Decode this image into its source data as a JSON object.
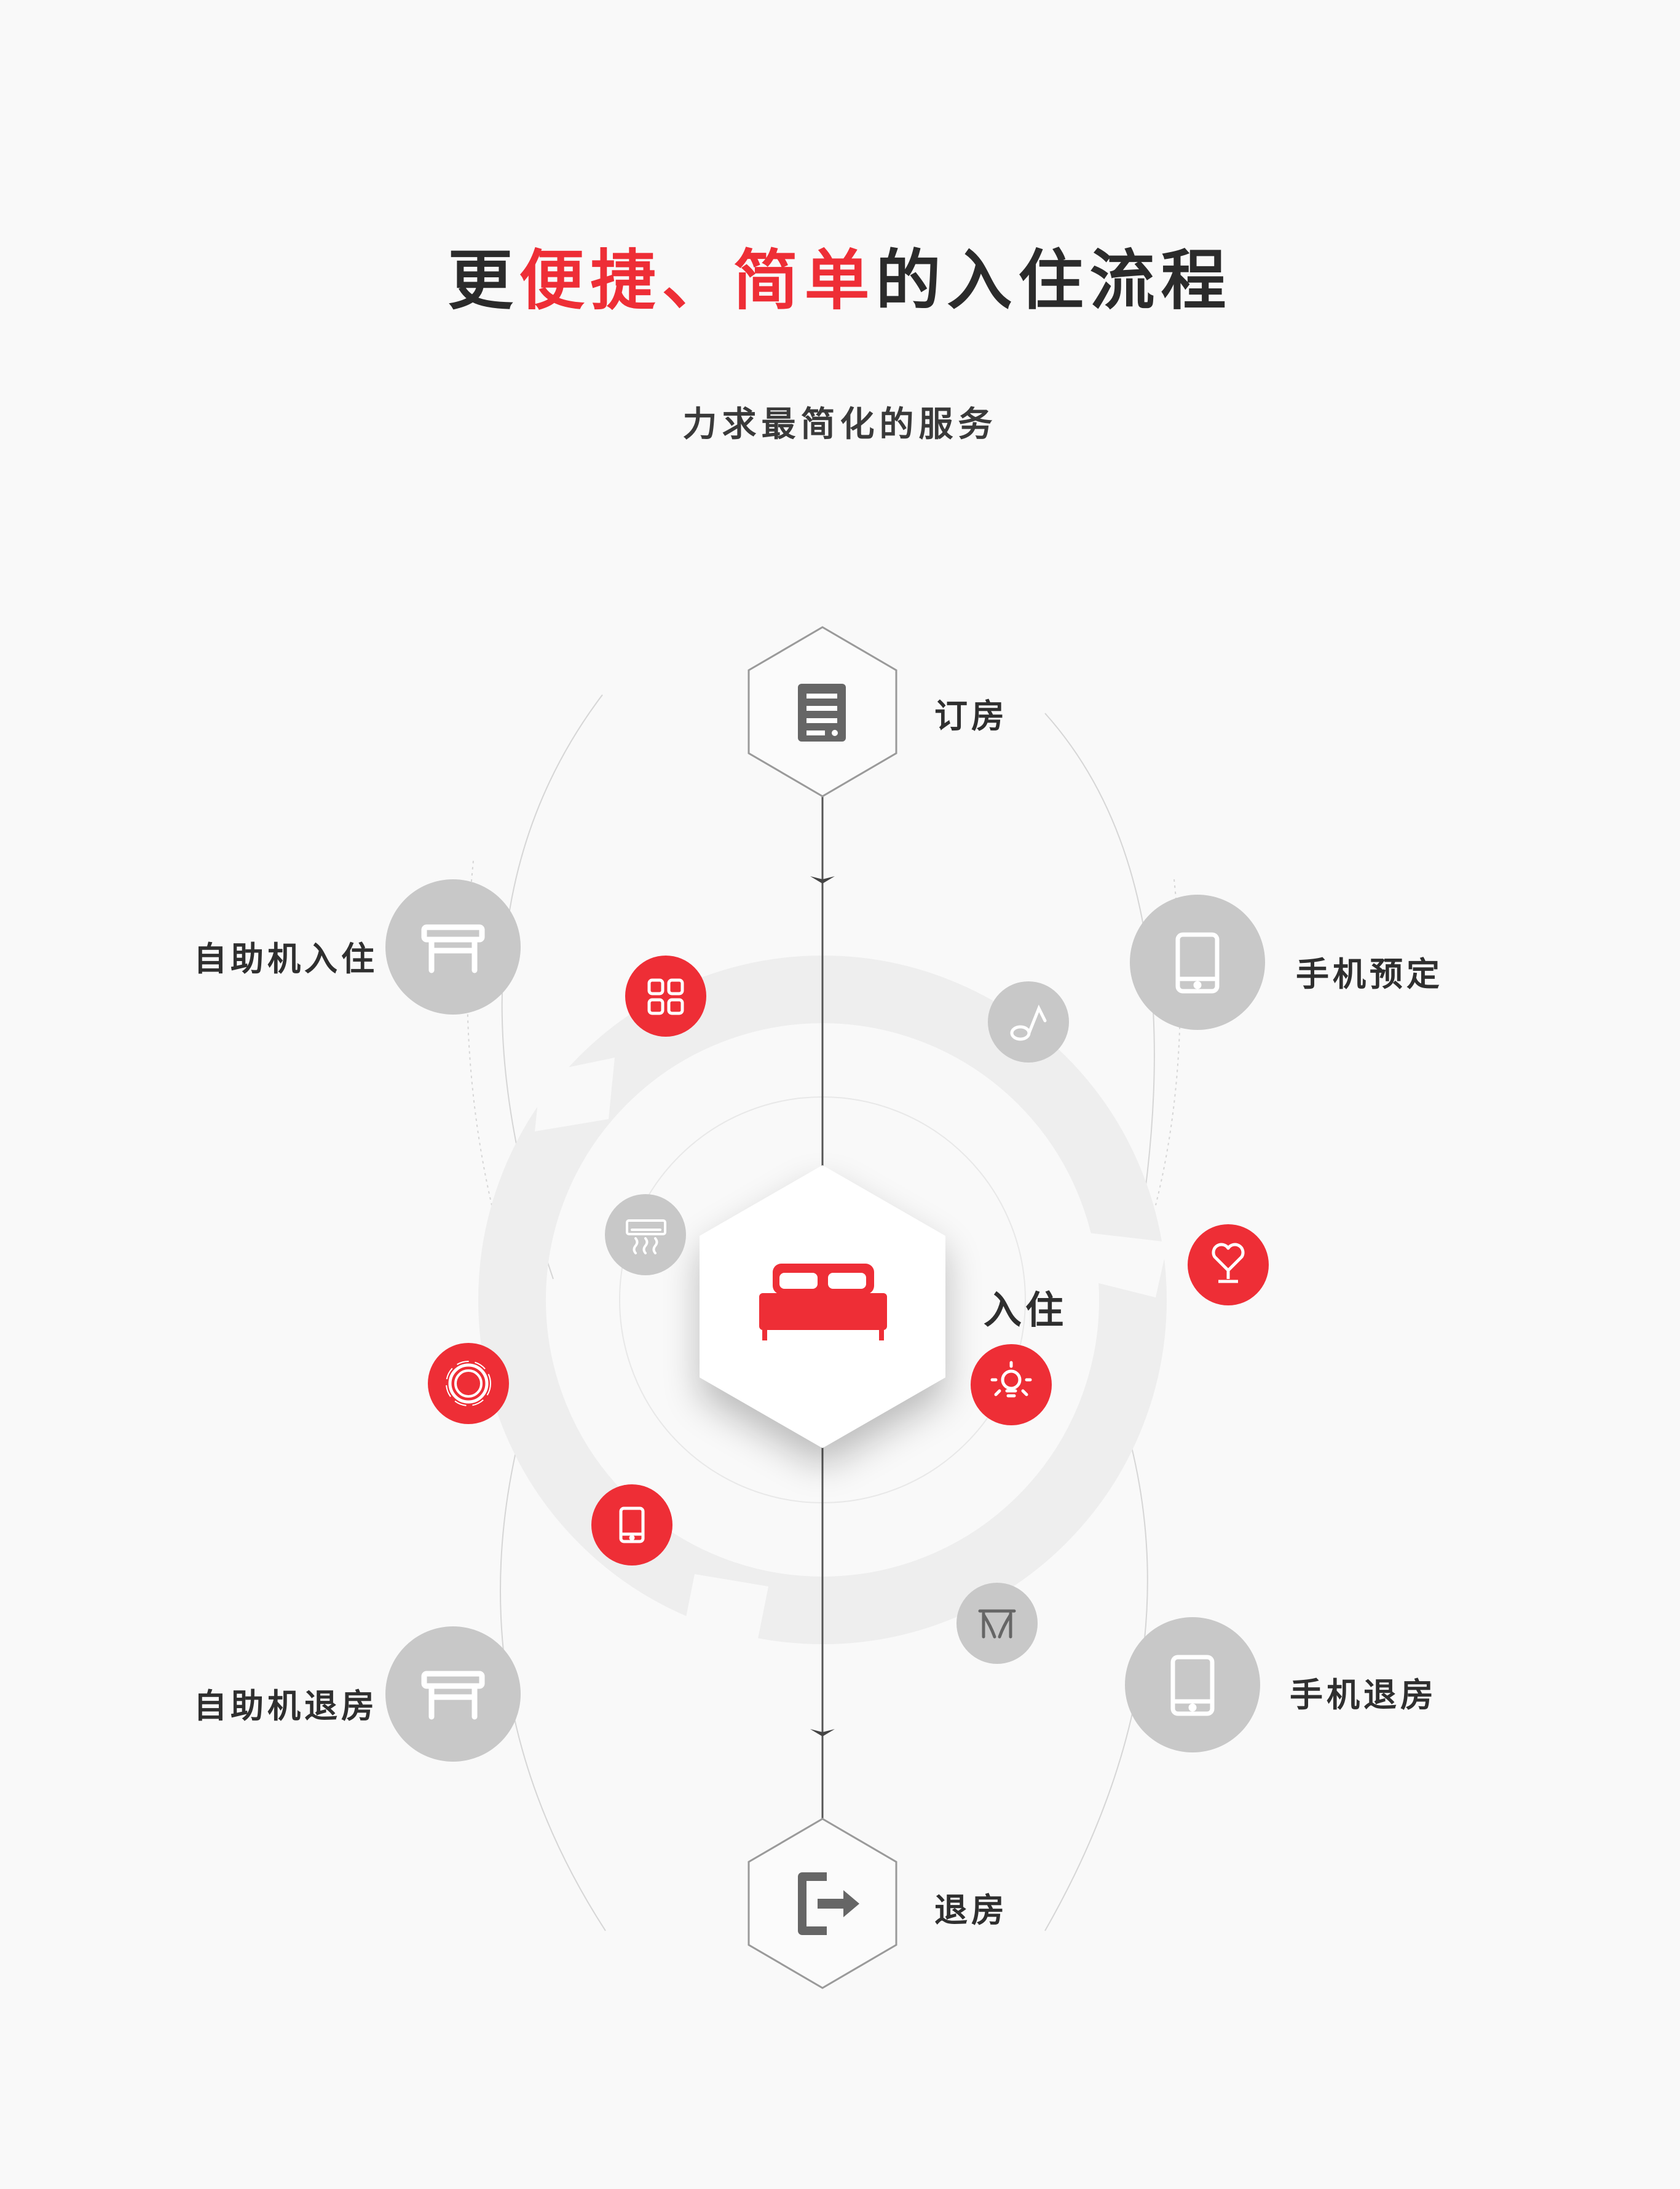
{
  "title": {
    "part1": "更",
    "part2": "便捷",
    "part3": "、",
    "part4": "简单",
    "part5": "的入住流程"
  },
  "subtitle": "力求最简化的服务",
  "nodes": {
    "book": "订房",
    "checkin": "入住",
    "checkout": "退房",
    "kiosk_checkin": "自助机入住",
    "mobile_booking": "手机预定",
    "kiosk_checkout": "自助机退房",
    "mobile_checkout": "手机退房"
  },
  "colors": {
    "accent": "#ee2e36",
    "gray_icon": "#c8c8c8",
    "ring": "#eeeeee",
    "text": "#2b2b2b"
  },
  "service_icons": [
    {
      "name": "apps-icon",
      "style": "red"
    },
    {
      "name": "music-note-icon",
      "style": "gray"
    },
    {
      "name": "air-conditioner-icon",
      "style": "gray"
    },
    {
      "name": "heart-lamp-icon",
      "style": "red"
    },
    {
      "name": "lightbulb-icon",
      "style": "red"
    },
    {
      "name": "record-icon",
      "style": "red"
    },
    {
      "name": "tablet-icon",
      "style": "red"
    },
    {
      "name": "curtain-icon",
      "style": "gray"
    }
  ]
}
